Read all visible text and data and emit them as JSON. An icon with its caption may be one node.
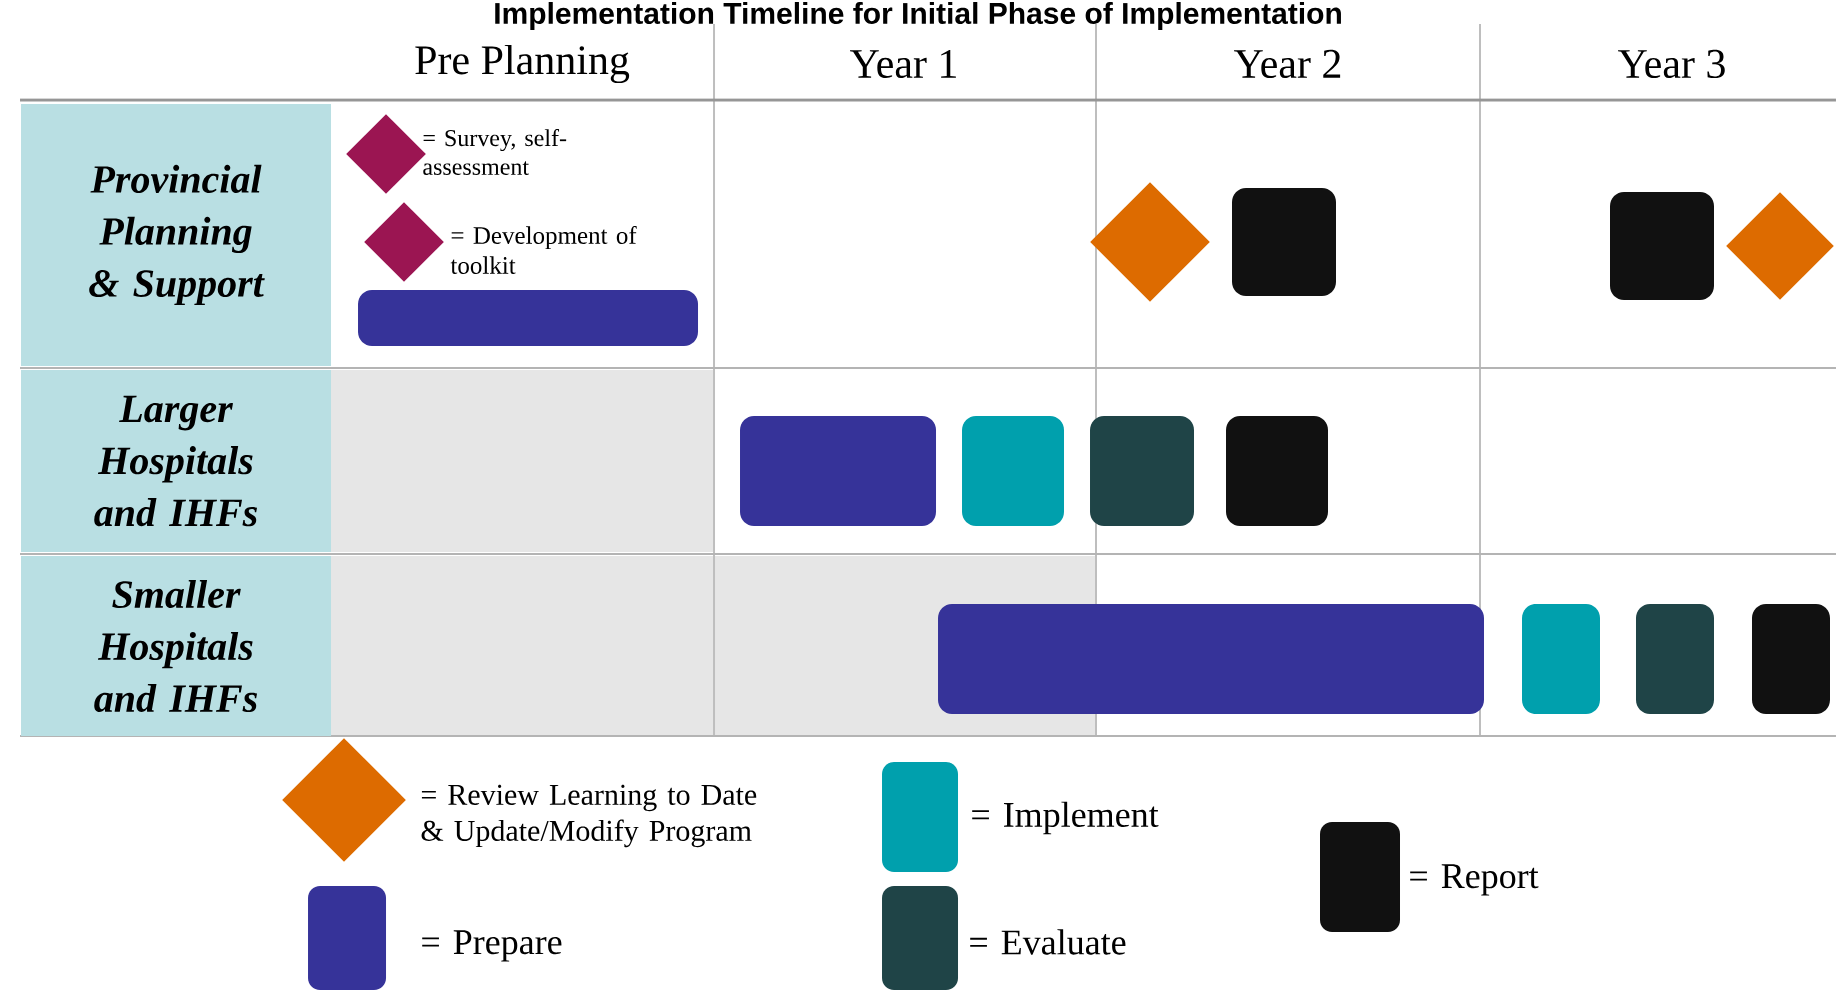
{
  "diagram": {
    "title": "Implementation Timeline for Initial Phase of Implementation",
    "nodes": [
      {
        "text": [
          "Provincial Planning & Support"
        ]
      },
      {
        "text": [
          "Larger Hospitals and IHFs"
        ]
      },
      {
        "text": [
          "Smaller Hospitals and IHFs"
        ]
      },
      {
        "text": [],
        "shape": "bar"
      },
      {
        "text": [],
        "shape": "diamond"
      },
      {
        "text": [],
        "shape": "box"
      },
      {
        "text": [],
        "shape": "box"
      },
      {
        "text": [],
        "shape": "diamond"
      },
      {
        "text": [],
        "shape": "bar"
      },
      {
        "text": [],
        "shape": "box"
      },
      {
        "text": [],
        "shape": "box"
      },
      {
        "text": [],
        "shape": "box"
      },
      {
        "text": [],
        "shape": "bar"
      },
      {
        "text": [],
        "shape": "box"
      },
      {
        "text": [],
        "shape": "box"
      },
      {
        "text": [],
        "shape": "box"
      }
    ],
    "edges": [],
    "labels": [
      "Pre Planning",
      "Year 1",
      "Year 2",
      "Year 3"
    ],
    "legend": [
      {
        "text": "= Survey, self-assessment",
        "color": "#9b1552"
      },
      {
        "text": "= Development of toolkit",
        "color": "#9b1552"
      },
      {
        "text": "= Review Learning to Date & Update/Modify Program",
        "color": "#dd6b00"
      },
      {
        "text": "= Implement",
        "color": "#00a0ad"
      },
      {
        "text": "= Report",
        "color": "#111111"
      },
      {
        "text": "= Prepare",
        "color": "#363399"
      },
      {
        "text": "= Evaluate",
        "color": "#1f4447"
      }
    ]
  }
}
